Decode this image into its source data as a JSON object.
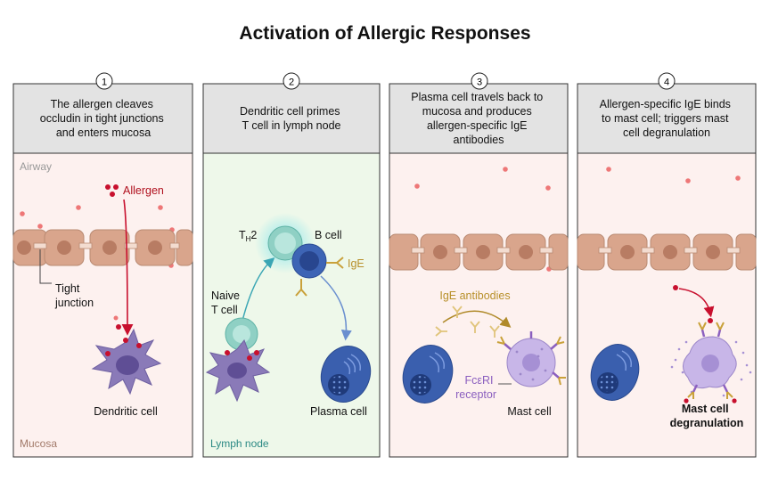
{
  "title": "Activation of Allergic Responses",
  "colors": {
    "header_bg": "#e3e3e3",
    "tissue_bg": "#fdf1ef",
    "lymph_bg": "#eef8ea",
    "epithelium": "#d9a58c",
    "epithelium_nucleus": "#b87c63",
    "allergen": "#e46a6a",
    "allergen_dark": "#c8102e",
    "ige": "#c9a13a",
    "dendritic": "#8a7ab8",
    "t_cell": "#8fd0c4",
    "b_cell": "#3d64b5",
    "plasma": "#3a5fae",
    "mast": "#c8b6e8",
    "receptor": "#8b5fbf"
  },
  "panels": [
    {
      "number": "1",
      "header": [
        "The allergen cleaves",
        "occludin in tight junctions",
        "and enters mucosa"
      ],
      "labels": {
        "airway": "Airway",
        "allergen": "Allergen",
        "tight_junction": [
          "Tight",
          "junction"
        ],
        "dendritic_cell": "Dendritic cell",
        "mucosa": "Mucosa"
      }
    },
    {
      "number": "2",
      "header": [
        "Dendritic cell primes",
        "T cell in lymph node"
      ],
      "labels": {
        "th2": "T",
        "th2_sub": "H",
        "th2_suffix": "2",
        "b_cell": "B cell",
        "ige": "IgE",
        "naive_t_cell": [
          "Naive",
          "T cell"
        ],
        "plasma_cell": "Plasma cell",
        "lymph_node": "Lymph node"
      }
    },
    {
      "number": "3",
      "header": [
        "Plasma cell travels back to",
        "mucosa and produces",
        "allergen-specific IgE",
        "antibodies"
      ],
      "labels": {
        "ige_antibodies": "IgE antibodies",
        "fceri_receptor": [
          "FcεRI",
          "receptor"
        ],
        "mast_cell": "Mast cell"
      }
    },
    {
      "number": "4",
      "header": [
        "Allergen-specific IgE binds",
        "to mast cell; triggers mast",
        "cell degranulation"
      ],
      "labels": {
        "mast_cell_degranulation": [
          "Mast cell",
          "degranulation"
        ]
      }
    }
  ]
}
